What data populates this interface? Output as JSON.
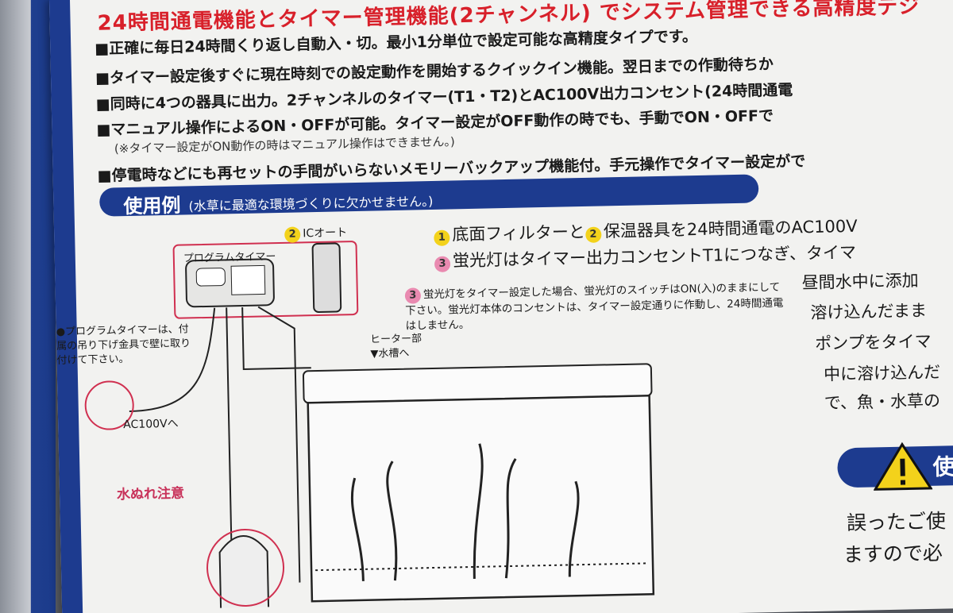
{
  "header": "24時間通電機能とタイマー管理機能(2チャンネル) でシステム管理できる高精度デジ",
  "bullets": [
    "■正確に毎日24時間くり返し自動入・切。最小1分単位で設定可能な高精度タイプです。",
    "■タイマー設定後すぐに現在時刻での設定動作を開始するクイックイン機能。翌日までの作動待ちか",
    "■同時に4つの器具に出力。2チャンネルのタイマー(T1・T2)とAC100V出力コンセント(24時間通電",
    "■マニュアル操作によるON・OFFが可能。タイマー設定がOFF動作の時でも、手動でON・OFFで",
    "■停電時などにも再セットの手間がいらないメモリーバックアップ機能付。手元操作でタイマー設定がで"
  ],
  "bullet4_note": "(※タイマー設定がON動作の時はマニュアル操作はできません。)",
  "section": {
    "title": "使用例",
    "subtitle": "(水草に最適な環境づくりに欠かせません。)"
  },
  "right_text": {
    "line1_num1": "1",
    "line1_a": "底面フィルターと",
    "line1_num2": "2",
    "line1_b": "保温器具を24時間通電のAC100V",
    "line2_num": "3",
    "line2": "蛍光灯はタイマー出力コンセントT1につなぎ、タイマ",
    "lines": [
      "昼間水中に添加",
      "溶け込んだまま",
      "ポンプをタイマ",
      "中に溶け込んだ",
      "で、魚・水草の"
    ]
  },
  "diagram": {
    "ic_num": "2",
    "ic_label": "ICオート",
    "program_timer_label": "プログラムタイマー",
    "note3_num": "3",
    "note3": "蛍光灯をタイマー設定した場合、蛍光灯のスイッチはON(入)のままにして下さい。蛍光灯本体のコンセントは、タイマー設定通りに作動し、24時間通電はしません。",
    "heater_line1": "ヒーター部",
    "heater_line2": "▼水槽へ",
    "timer_note": "●プログラムタイマーは、付属の吊り下げ金具で壁に取り付けて下さい。",
    "ac_label": "AC100Vへ",
    "water_caution": "水ぬれ注意"
  },
  "caution": {
    "title": "使",
    "line1": "誤ったご使",
    "line2": "ますので必"
  },
  "colors": {
    "red": "#d8202a",
    "navy": "#1d3b8f",
    "pink": "#c8325a",
    "paper": "#f2f2f0"
  }
}
